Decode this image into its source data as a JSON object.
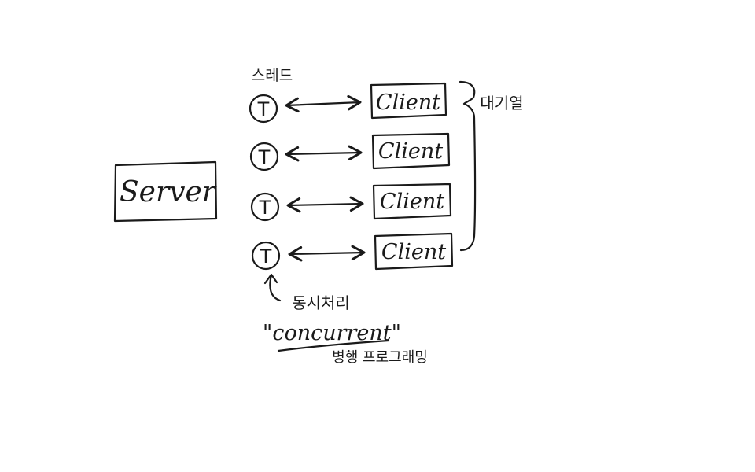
{
  "server": {
    "label": "Server"
  },
  "threads_label": "스레드",
  "threads": [
    {
      "symbol": "T",
      "client": "Client"
    },
    {
      "symbol": "T",
      "client": "Client"
    },
    {
      "symbol": "T",
      "client": "Client"
    },
    {
      "symbol": "T",
      "client": "Client"
    }
  ],
  "queue_label": "대기열",
  "note": {
    "korean": "동시처리",
    "english": "\"concurrent\"",
    "sub": "병행 프로그래밍"
  },
  "colors": {
    "ink": "#1a1a1a",
    "background": "#ffffff"
  }
}
